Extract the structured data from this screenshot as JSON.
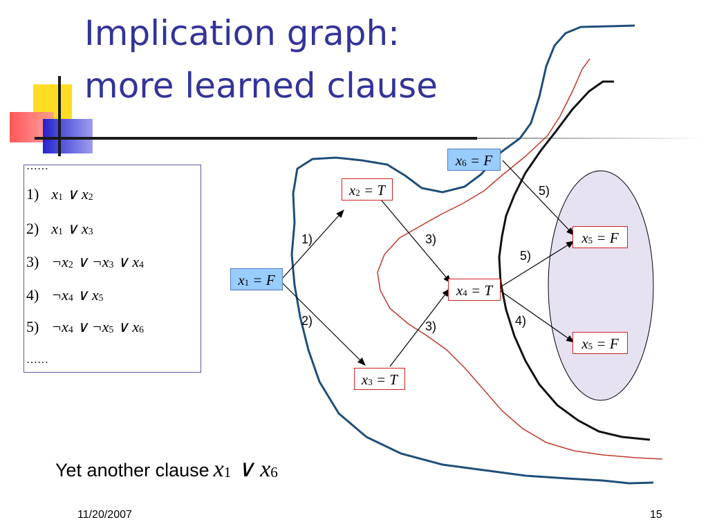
{
  "slide": {
    "title_line1": "Implication graph:",
    "title_line2": "more learned clause",
    "date": "11/20/2007",
    "page_number": "15"
  },
  "clauses": {
    "top_ellipsis": "……",
    "bottom_ellipsis": "……",
    "items": [
      {
        "num": "1)",
        "expr_html": "x<sub>1</sub> ∨ x<sub>2</sub>"
      },
      {
        "num": "2)",
        "expr_html": "x<sub>1</sub> ∨ x<sub>3</sub>"
      },
      {
        "num": "3)",
        "expr_html": "¬x<sub>2</sub> ∨ ¬x<sub>3</sub> ∨ x<sub>4</sub>"
      },
      {
        "num": "4)",
        "expr_html": "¬x<sub>4</sub> ∨ x<sub>5</sub>"
      },
      {
        "num": "5)",
        "expr_html": "¬x<sub>4</sub> ∨ ¬x<sub>5</sub> ∨ x<sub>6</sub>"
      }
    ]
  },
  "graph": {
    "nodes": [
      {
        "id": "x1",
        "var": "x",
        "idx": "1",
        "value": "F",
        "style": "blue"
      },
      {
        "id": "x2",
        "var": "x",
        "idx": "2",
        "value": "T",
        "style": "red"
      },
      {
        "id": "x3",
        "var": "x",
        "idx": "3",
        "value": "T",
        "style": "red"
      },
      {
        "id": "x4",
        "var": "x",
        "idx": "4",
        "value": "T",
        "style": "red"
      },
      {
        "id": "x6",
        "var": "x",
        "idx": "6",
        "value": "F",
        "style": "blue"
      },
      {
        "id": "x5a",
        "var": "x",
        "idx": "5",
        "value": "F",
        "style": "red"
      },
      {
        "id": "x5b",
        "var": "x",
        "idx": "5",
        "value": "F",
        "style": "red"
      }
    ],
    "edge_labels": [
      "1)",
      "2)",
      "3)",
      "3)",
      "5)",
      "5)",
      "4)"
    ]
  },
  "bottom": {
    "text": "Yet another clause",
    "clause_html": "x<sub>1</sub> ∨ x<sub>6</sub>"
  },
  "colors": {
    "title": "#33339a",
    "cut_blue": "#1f4e79",
    "cut_red": "#c0392b",
    "cut_black": "#111111",
    "ellipse_fill": "#e6e2f2"
  }
}
